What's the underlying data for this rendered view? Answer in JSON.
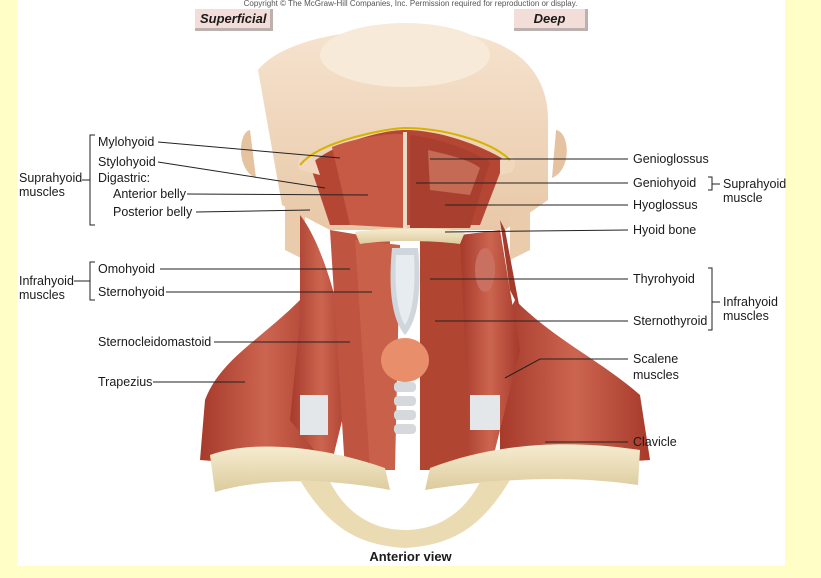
{
  "copyright": "Copyright © The McGraw-Hill Companies, Inc. Permission required for reproduction or display.",
  "tags": {
    "superficial": "Superficial",
    "deep": "Deep"
  },
  "left": {
    "mylohyoid": "Mylohyoid",
    "stylohyoid": "Stylohyoid",
    "digastric": "Digastric:",
    "anterior_belly": "Anterior belly",
    "posterior_belly": "Posterior belly",
    "suprahyoid_group": [
      "Suprahyoid",
      "muscles"
    ],
    "omohyoid": "Omohyoid",
    "sternohyoid": "Sternohyoid",
    "infrahyoid_group": [
      "Infrahyoid",
      "muscles"
    ],
    "sternocleidomastoid": "Sternocleidomastoid",
    "trapezius": "Trapezius"
  },
  "right": {
    "genioglossus": "Genioglossus",
    "geniohyoid": "Geniohyoid",
    "hyoglossus": "Hyoglossus",
    "suprahyoid_group": [
      "Suprahyoid",
      "muscle"
    ],
    "hyoid_bone": "Hyoid bone",
    "thyrohyoid": "Thyrohyoid",
    "sternothyroid": "Sternothyroid",
    "infrahyoid_group": [
      "Infrahyoid",
      "muscles"
    ],
    "scalene": [
      "Scalene",
      "muscles"
    ],
    "clavicle": "Clavicle"
  },
  "caption": "Anterior view",
  "colors": {
    "page_background": "#fefec6",
    "panel": "#ffffff",
    "tag_background": "#f2ddd9",
    "skin": "#f1d7bd",
    "muscle": "#b84a3a",
    "bone": "#efe2bd",
    "cartilage": "#cfd7dc"
  }
}
